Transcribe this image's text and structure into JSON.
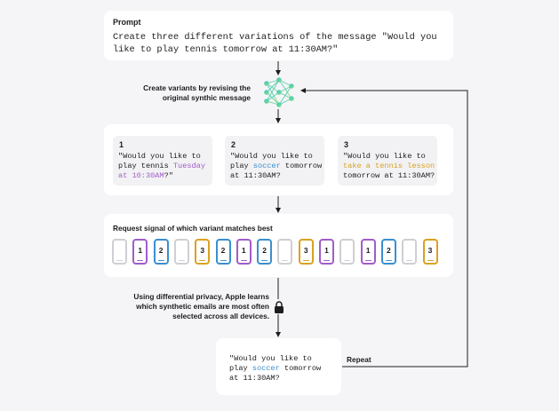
{
  "prompt": {
    "title": "Prompt",
    "text": "Create three different variations of the message \"Would you like to play tennis tomorrow at 11:30AM?\""
  },
  "create_label": "Create variants by revising the original synthic message",
  "variants": [
    {
      "number": "1",
      "segments": [
        {
          "text": "\"Would you like to\nplay tennis ",
          "color": ""
        },
        {
          "text": "Tuesday",
          "color": "#a15dc9"
        },
        {
          "text": "\n",
          "color": ""
        },
        {
          "text": "at 10:30AM",
          "color": "#a15dc9"
        },
        {
          "text": "?\"",
          "color": ""
        }
      ]
    },
    {
      "number": "2",
      "segments": [
        {
          "text": "\"Would you like to\nplay ",
          "color": ""
        },
        {
          "text": "soccer",
          "color": "#3a8fd0"
        },
        {
          "text": " tomorrow\nat 11:30AM?",
          "color": ""
        }
      ]
    },
    {
      "number": "3",
      "segments": [
        {
          "text": "\"Would you like to\n",
          "color": ""
        },
        {
          "text": "take a tennis lesson",
          "color": "#d9a220"
        },
        {
          "text": "\ntomorrow at 11:30AM?",
          "color": ""
        }
      ]
    }
  ],
  "signal": {
    "title": "Request signal of which variant matches best",
    "phones": [
      {
        "label": "",
        "color": "#cfcfd4"
      },
      {
        "label": "1",
        "color": "#a15dc9"
      },
      {
        "label": "2",
        "color": "#3a8fd0"
      },
      {
        "label": "",
        "color": "#cfcfd4"
      },
      {
        "label": "3",
        "color": "#d9a220"
      },
      {
        "label": "2",
        "color": "#3a8fd0"
      },
      {
        "label": "1",
        "color": "#a15dc9"
      },
      {
        "label": "2",
        "color": "#3a8fd0"
      },
      {
        "label": "",
        "color": "#cfcfd4"
      },
      {
        "label": "3",
        "color": "#d9a220"
      },
      {
        "label": "1",
        "color": "#a15dc9"
      },
      {
        "label": "",
        "color": "#cfcfd4"
      },
      {
        "label": "1",
        "color": "#a15dc9"
      },
      {
        "label": "2",
        "color": "#3a8fd0"
      },
      {
        "label": "",
        "color": "#cfcfd4"
      },
      {
        "label": "3",
        "color": "#d9a220"
      }
    ]
  },
  "dp_text": "Using differential privacy, Apple learns which synthetic emails are most often selected across all devices.",
  "result": {
    "segments": [
      {
        "text": "\"Would you like to\nplay ",
        "color": ""
      },
      {
        "text": "soccer",
        "color": "#3a8fd0"
      },
      {
        "text": " tomorrow\nat 11:30AM?",
        "color": ""
      }
    ]
  },
  "repeat_label": "Repeat",
  "icons": {
    "network": "neural-network-icon",
    "lock": "lock-icon"
  },
  "colors": {
    "purple": "#a15dc9",
    "blue": "#3a8fd0",
    "gold": "#d9a220",
    "background": "#f5f5f7"
  }
}
